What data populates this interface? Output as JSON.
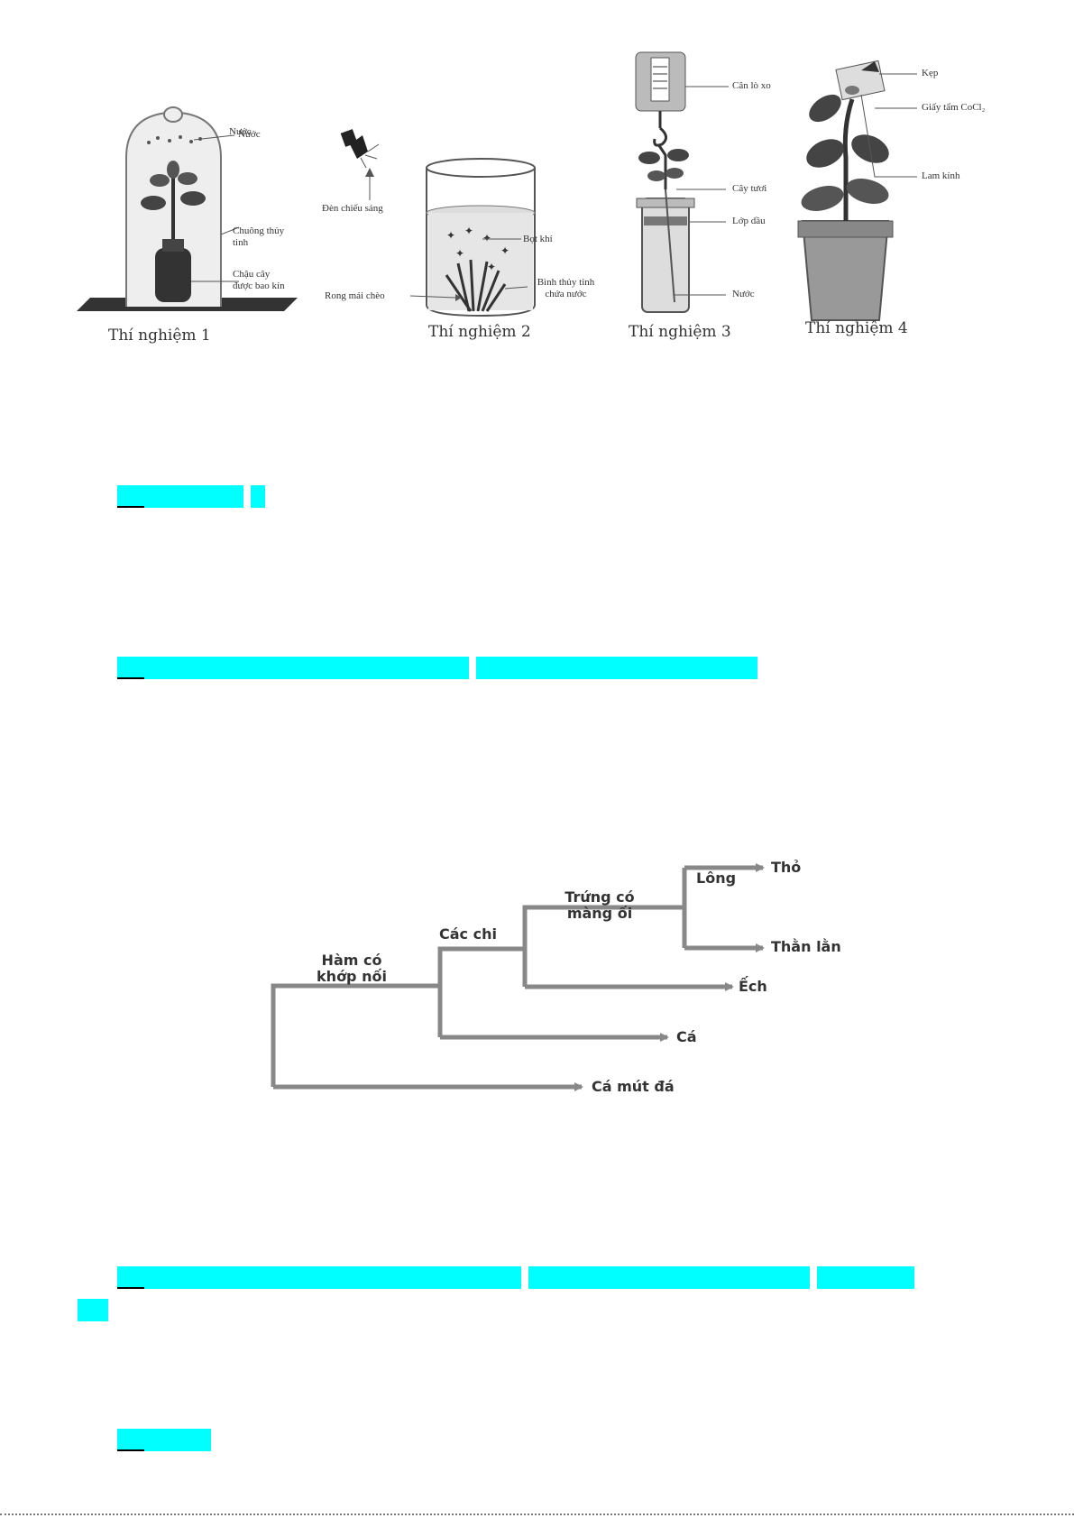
{
  "experiments": [
    {
      "caption": "Thí nghiệm 1",
      "labels": {
        "water": "Nước",
        "bell_jar": "Chuông thủy tinh",
        "sealed_pot": "Chậu cây được bao kín"
      }
    },
    {
      "caption": "Thí nghiệm 2",
      "labels": {
        "lamp": "Đèn chiếu sáng",
        "bubbles": "Bọt khí",
        "glass_jar": "Bình thủy tinh chứa nước",
        "seaweed": "Rong mái chèo"
      }
    },
    {
      "caption": "Thí nghiệm 3",
      "labels": {
        "spring_scale": "Cân lò xo",
        "fresh_plant": "Cây tươi",
        "oil_layer": "Lớp dầu",
        "water": "Nước"
      }
    },
    {
      "caption": "Thí nghiệm 4",
      "labels": {
        "clip": "Kẹp",
        "cocl2_paper": "Giấy tẩm CoCl₂",
        "glass_slide": "Lam kính"
      }
    }
  ],
  "cladogram": {
    "traits": {
      "jaws": "Hàm có khớp nối",
      "limbs": "Các chi",
      "amniotic_egg": "Trứng có màng ối",
      "hair": "Lông"
    },
    "taxa": {
      "rabbit": "Thỏ",
      "lizard": "Thằn lằn",
      "frog": "Ếch",
      "fish": "Cá",
      "lamprey": "Cá mút đá"
    }
  },
  "colors": {
    "highlight": "#00ffff",
    "arrow": "#888888",
    "ink": "#333333"
  }
}
